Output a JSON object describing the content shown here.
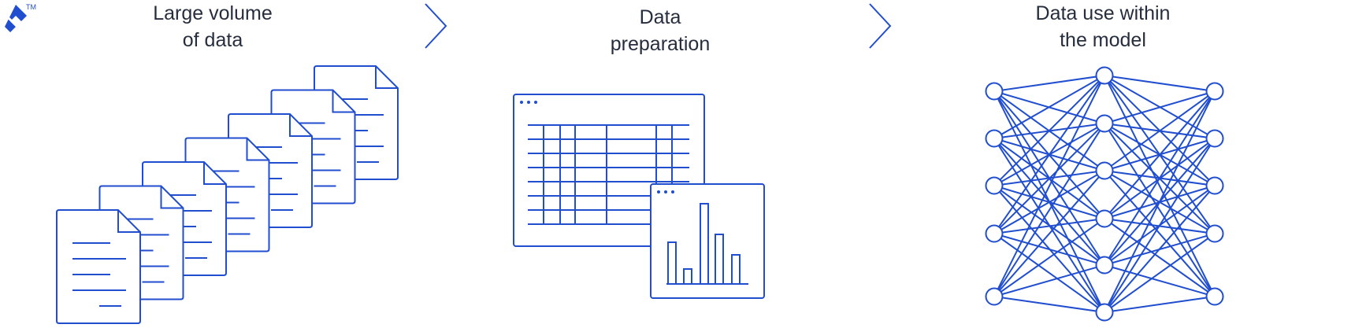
{
  "logo": {
    "trademark": "TM"
  },
  "steps": [
    {
      "title_lines": [
        "Large volume",
        "of data"
      ]
    },
    {
      "title_lines": [
        "Data",
        "preparation"
      ]
    },
    {
      "title_lines": [
        "Data use within",
        "the model"
      ]
    }
  ],
  "colors": {
    "accent": "#204ecf",
    "text": "#262d3d",
    "background": "#ffffff"
  },
  "icons": {
    "logo": "toptal-logo-icon",
    "arrow": "chevron-right-icon",
    "documents": "document-stack-icon",
    "spreadsheet": "spreadsheet-window-icon",
    "chart": "bar-chart-window-icon",
    "network": "neural-network-icon"
  },
  "neural_network": {
    "layer_sizes": [
      5,
      6,
      5
    ]
  }
}
